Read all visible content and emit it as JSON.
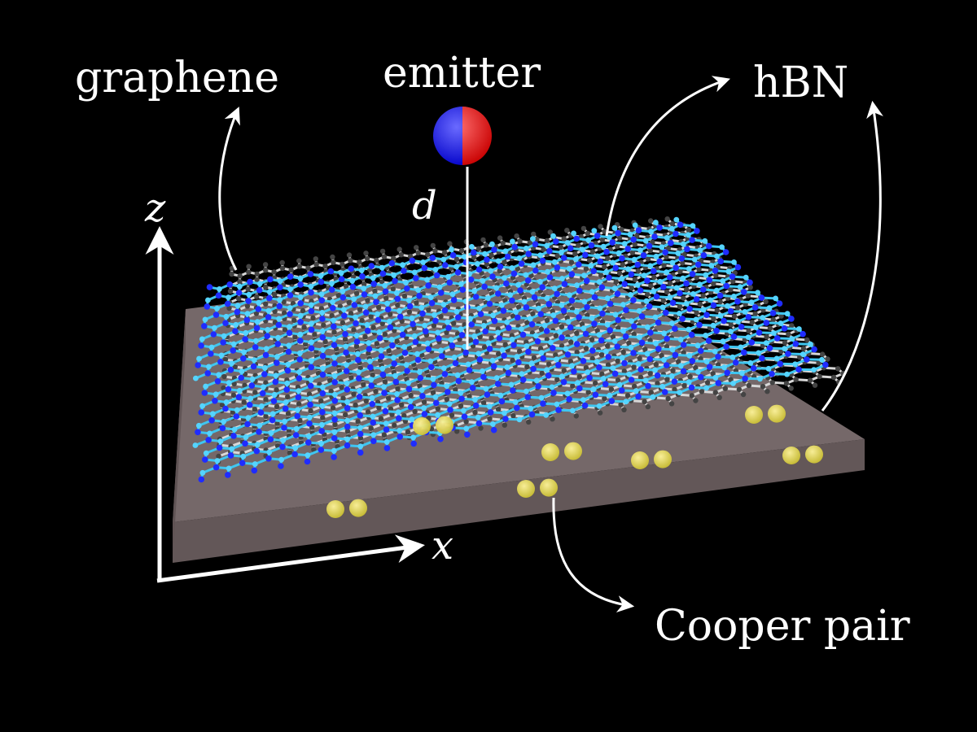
{
  "labels": {
    "graphene": "graphene",
    "emitter": "emitter",
    "hbn": "hBN",
    "cooper_pair": "Cooper pair",
    "axis_z": "z",
    "axis_x": "x",
    "distance": "d"
  },
  "colors": {
    "background": "#000000",
    "text": "#ffffff",
    "substrate_top": "#8a7a7b",
    "substrate_front": "#6e6162",
    "hbn_bond": "#3fc6f0",
    "hbn_atom_boron": "#55d4ff",
    "hbn_atom_nitrogen": "#1f2cff",
    "graphene_bond": "#d8d8d8",
    "graphene_atom": "#444444",
    "emitter_left": "#1a1aff",
    "emitter_right": "#ff1a1a",
    "cooper_electron": "#e6dc4a"
  },
  "icons": {
    "emitter": "dipole-sphere-icon",
    "cooper_pair": "electron-pair-icon"
  }
}
